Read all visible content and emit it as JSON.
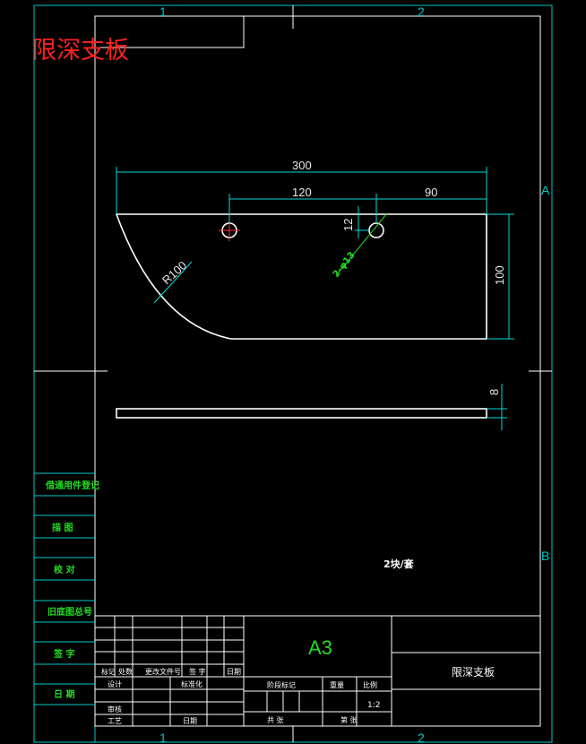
{
  "drawing": {
    "title": "限深支板",
    "part_name": "限深支板",
    "sheet_size": "A3",
    "scale": "1:2",
    "zone_columns": [
      "1",
      "2"
    ],
    "zone_rows": [
      "A",
      "B"
    ],
    "note": "2块/套"
  },
  "dimensions": {
    "overall_length": "300",
    "hole_spacing": "120",
    "hole_edge": "90",
    "hole_offset": "12",
    "height": "100",
    "thickness": "8",
    "radius": "R100",
    "holes": "2-φ13"
  },
  "side_labels": [
    "借通用件登记",
    "描 图",
    "校 对",
    "旧底图总号",
    "签 字",
    "日 期"
  ],
  "title_block": {
    "revision_headers": [
      "标记",
      "处数",
      "更改文件号",
      "签 字",
      "日期"
    ],
    "design": "设计",
    "standard": "标准化",
    "review": "审核",
    "process": "工艺",
    "approve": "日期",
    "stage_mark": "阶段标记",
    "weight": "重量",
    "ratio": "比例",
    "total": "共 张",
    "sheet": "第 张"
  },
  "colors": {
    "frame": "#00c8c8",
    "geometry": "#ffffff",
    "dimension": "#00d8d8",
    "annotation": "#22dd22",
    "title": "#ff2020"
  }
}
